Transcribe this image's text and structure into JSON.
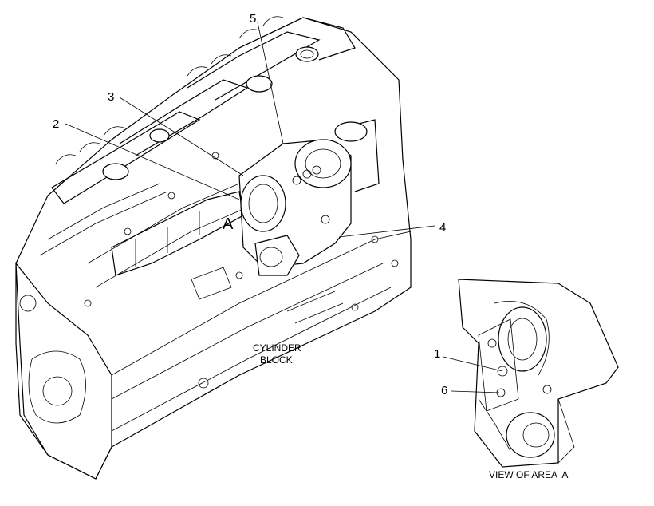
{
  "callouts": {
    "c1": "1",
    "c2": "2",
    "c3": "3",
    "c4": "4",
    "c5": "5",
    "c6": "6",
    "area": "A"
  },
  "labels": {
    "block_line1": "CYLINDER",
    "block_line2": "BLOCK",
    "view_caption": "VIEW OF AREA  A"
  }
}
